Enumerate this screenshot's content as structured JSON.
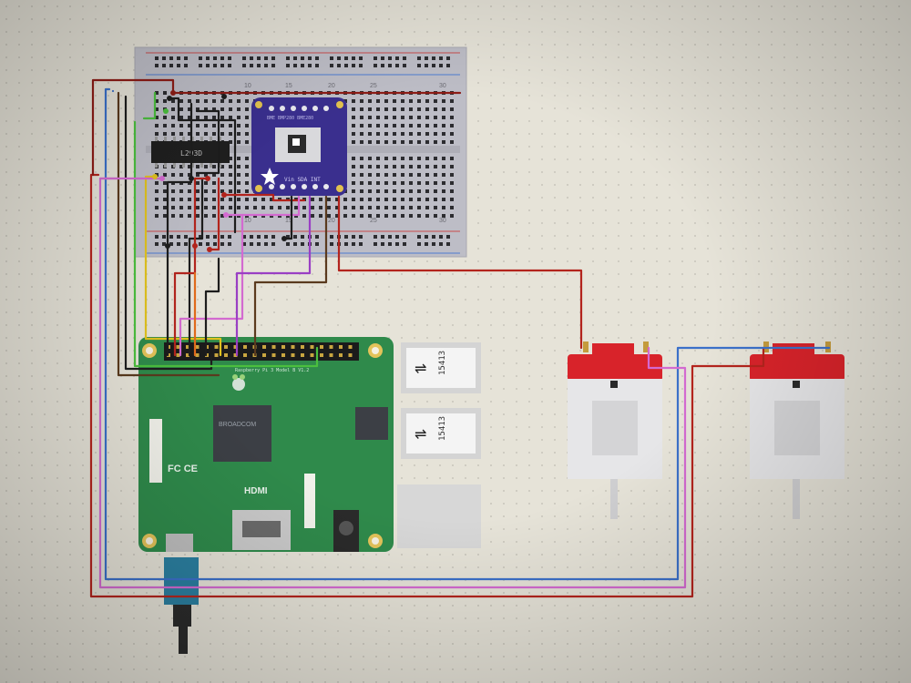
{
  "breadboard": {
    "row_numbers": [
      "10",
      "15",
      "20",
      "25",
      "30"
    ],
    "row_numbers_bottom": [
      "10",
      "15",
      "20",
      "25",
      "30"
    ]
  },
  "driver_ic": {
    "label": "L293D"
  },
  "sensor_board": {
    "header_text": "BME BMP280 BME280",
    "pin_labels": "Vin SDA INT"
  },
  "raspberry_pi": {
    "board_text": "Raspberry Pi 3 Model B V1.2",
    "chip_text": "BROADCOM",
    "hdmi_label": "HDMI",
    "fc_mark": "FC CE",
    "usb_labels": [
      "15413",
      "15413"
    ]
  },
  "motors": [
    {
      "id": "motor-left"
    },
    {
      "id": "motor-right"
    }
  ],
  "colors": {
    "breadboard": "#bcbcc4",
    "pi_board": "#2e8b4a",
    "motor_cap": "#d8232a",
    "motor_body": "#e9e9ea",
    "sensor_board": "#3b2f8f",
    "wire_red": "#b3241d",
    "wire_darkred": "#8c1c16",
    "wire_black": "#1d1d1d",
    "wire_blue": "#3b70c9",
    "wire_pink": "#d36ad0",
    "wire_purple": "#9a3fc4",
    "wire_brown": "#5a3a1e",
    "wire_yellow": "#e0c21f",
    "wire_green": "#4bbf3e",
    "wire_orange": "#e06a1b"
  }
}
